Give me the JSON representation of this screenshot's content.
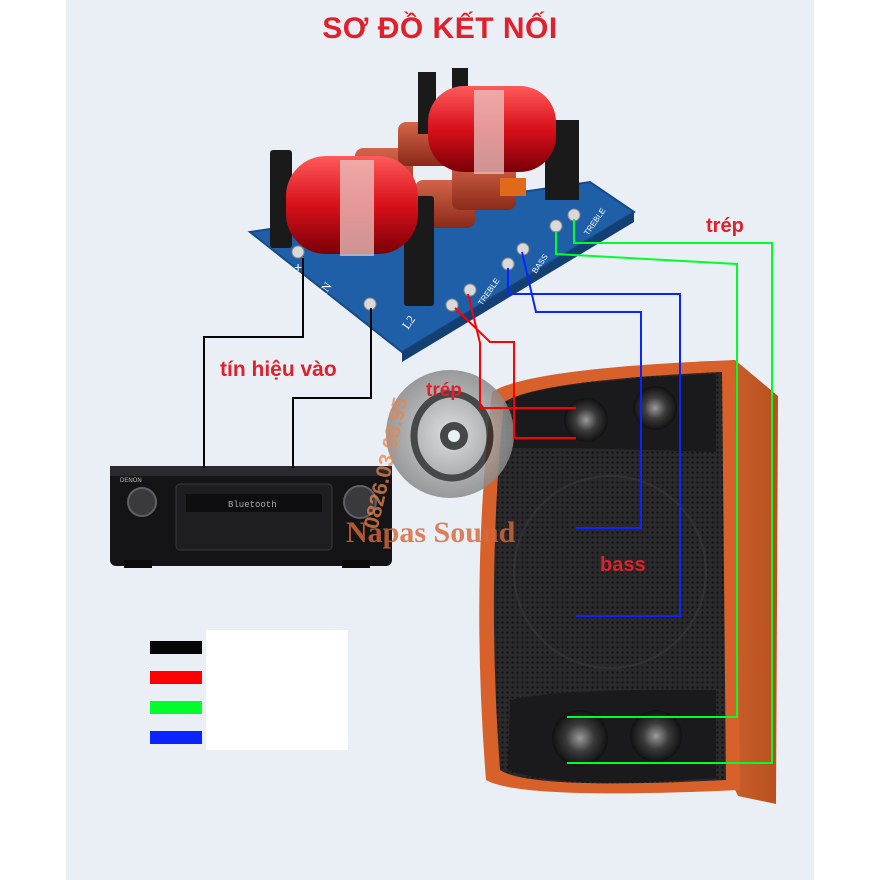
{
  "title": "SƠ ĐỒ KẾT NỐI",
  "labels": {
    "treble_right": "trép",
    "signal_in": "tín hiệu vào",
    "treble_center": "trép",
    "bass": "bass"
  },
  "board": {
    "terminal_in": "IN",
    "terminal_l2": "L2",
    "terminal_treble": "TREBLE",
    "terminal_bass": "BASS",
    "plus": "+",
    "minus": "-"
  },
  "amplifier": {
    "brand": "DENON",
    "display": "Bluetooth"
  },
  "watermark": {
    "brand": "Napas Sound",
    "phone": "0826.03.08.95"
  },
  "colors": {
    "title": "#e0202a",
    "wire_black": "#050505",
    "wire_red": "#ff0000",
    "wire_green": "#00ff2a",
    "wire_blue": "#0a24ff",
    "cabinet_wood": "#d8602a"
  },
  "legend": [
    {
      "color": "#050505"
    },
    {
      "color": "#ff0000"
    },
    {
      "color": "#00ff2a"
    },
    {
      "color": "#0a24ff"
    }
  ]
}
